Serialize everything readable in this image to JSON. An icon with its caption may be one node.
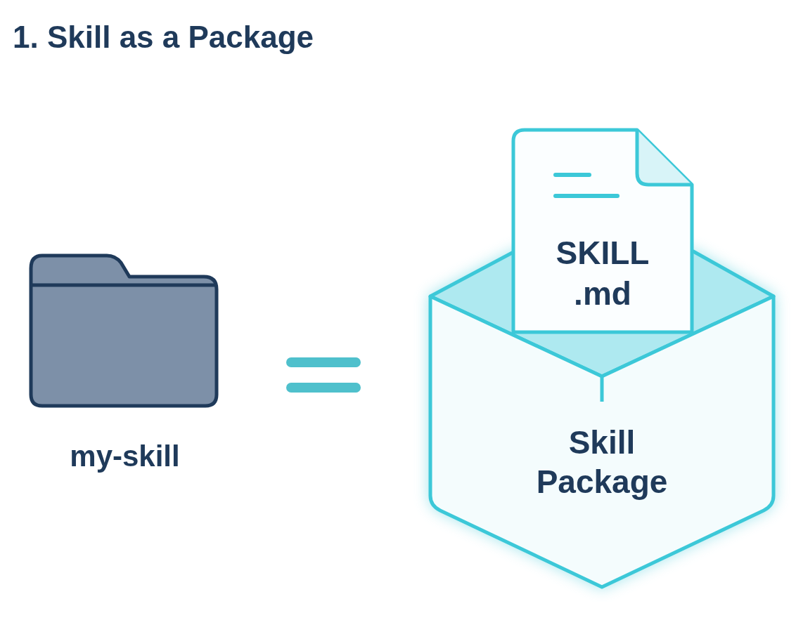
{
  "diagram": {
    "title": "1. Skill as a Package",
    "nodes": [
      {
        "text": [],
        "shape": "folder",
        "beside": [
          "my-skill"
        ]
      },
      {
        "text": [
          "Skill Package"
        ]
      },
      {
        "text": [
          "SKILL .md"
        ]
      }
    ]
  }
}
